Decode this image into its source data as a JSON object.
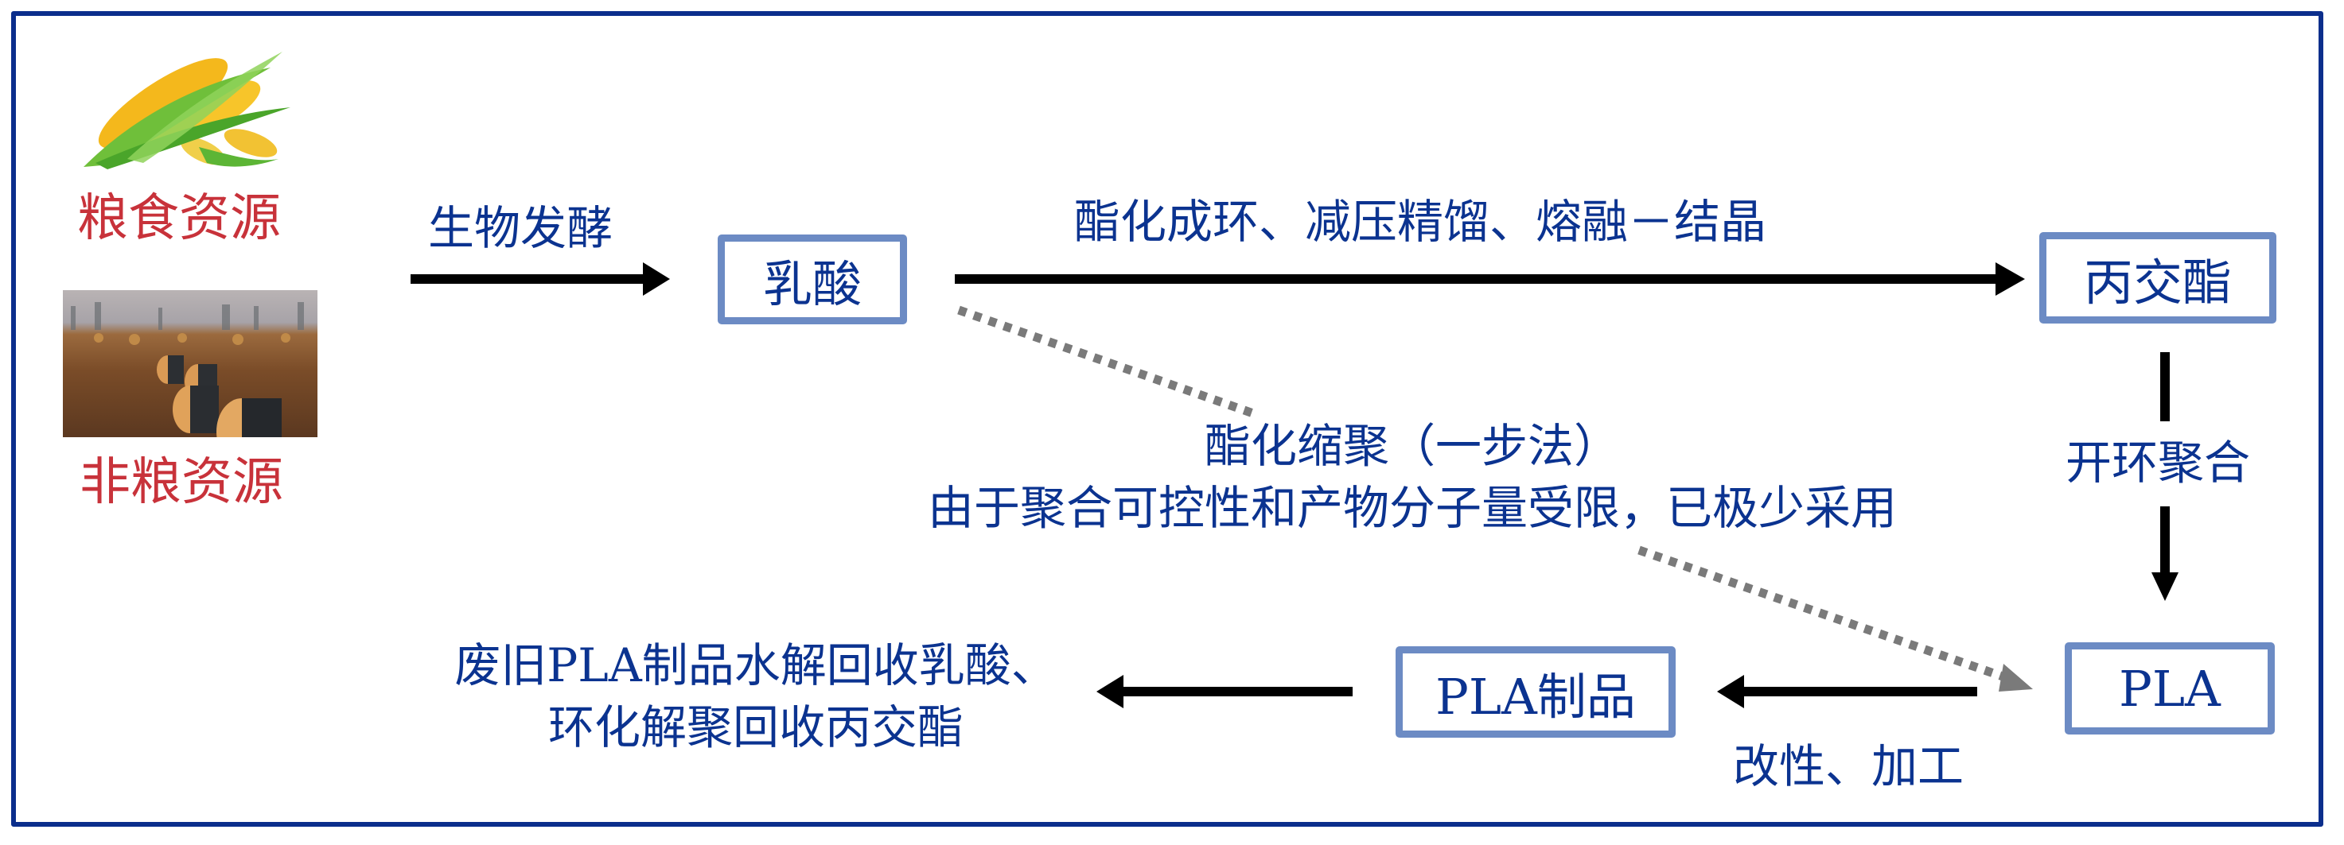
{
  "sources": {
    "grain": {
      "label": "粮食资源",
      "image": "corn-image"
    },
    "non_grain": {
      "label": "非粮资源",
      "image": "straw-bales-field-image"
    }
  },
  "steps": {
    "fermentation": "生物发酵",
    "cyclization": "酯化成环、减压精馏、熔融－结晶",
    "ring_opening": "开环聚合",
    "modification": "改性、加工",
    "direct_line1": "酯化缩聚（一步法）",
    "direct_line2": "由于聚合可控性和产物分子量受限，已极少采用",
    "recycling_line1": "废旧PLA制品水解回收乳酸、",
    "recycling_line2": "环化解聚回收丙交酯"
  },
  "nodes": {
    "lactic_acid": "乳酸",
    "lactide": "丙交酯",
    "pla": "PLA",
    "pla_products": "PLA制品"
  },
  "colors": {
    "frame": "#0b2e8c",
    "box_border": "#6c8bc4",
    "text_blue": "#0b3390",
    "text_red": "#c8323a",
    "arrow": "#000000",
    "dotted_arrow": "#808080"
  }
}
